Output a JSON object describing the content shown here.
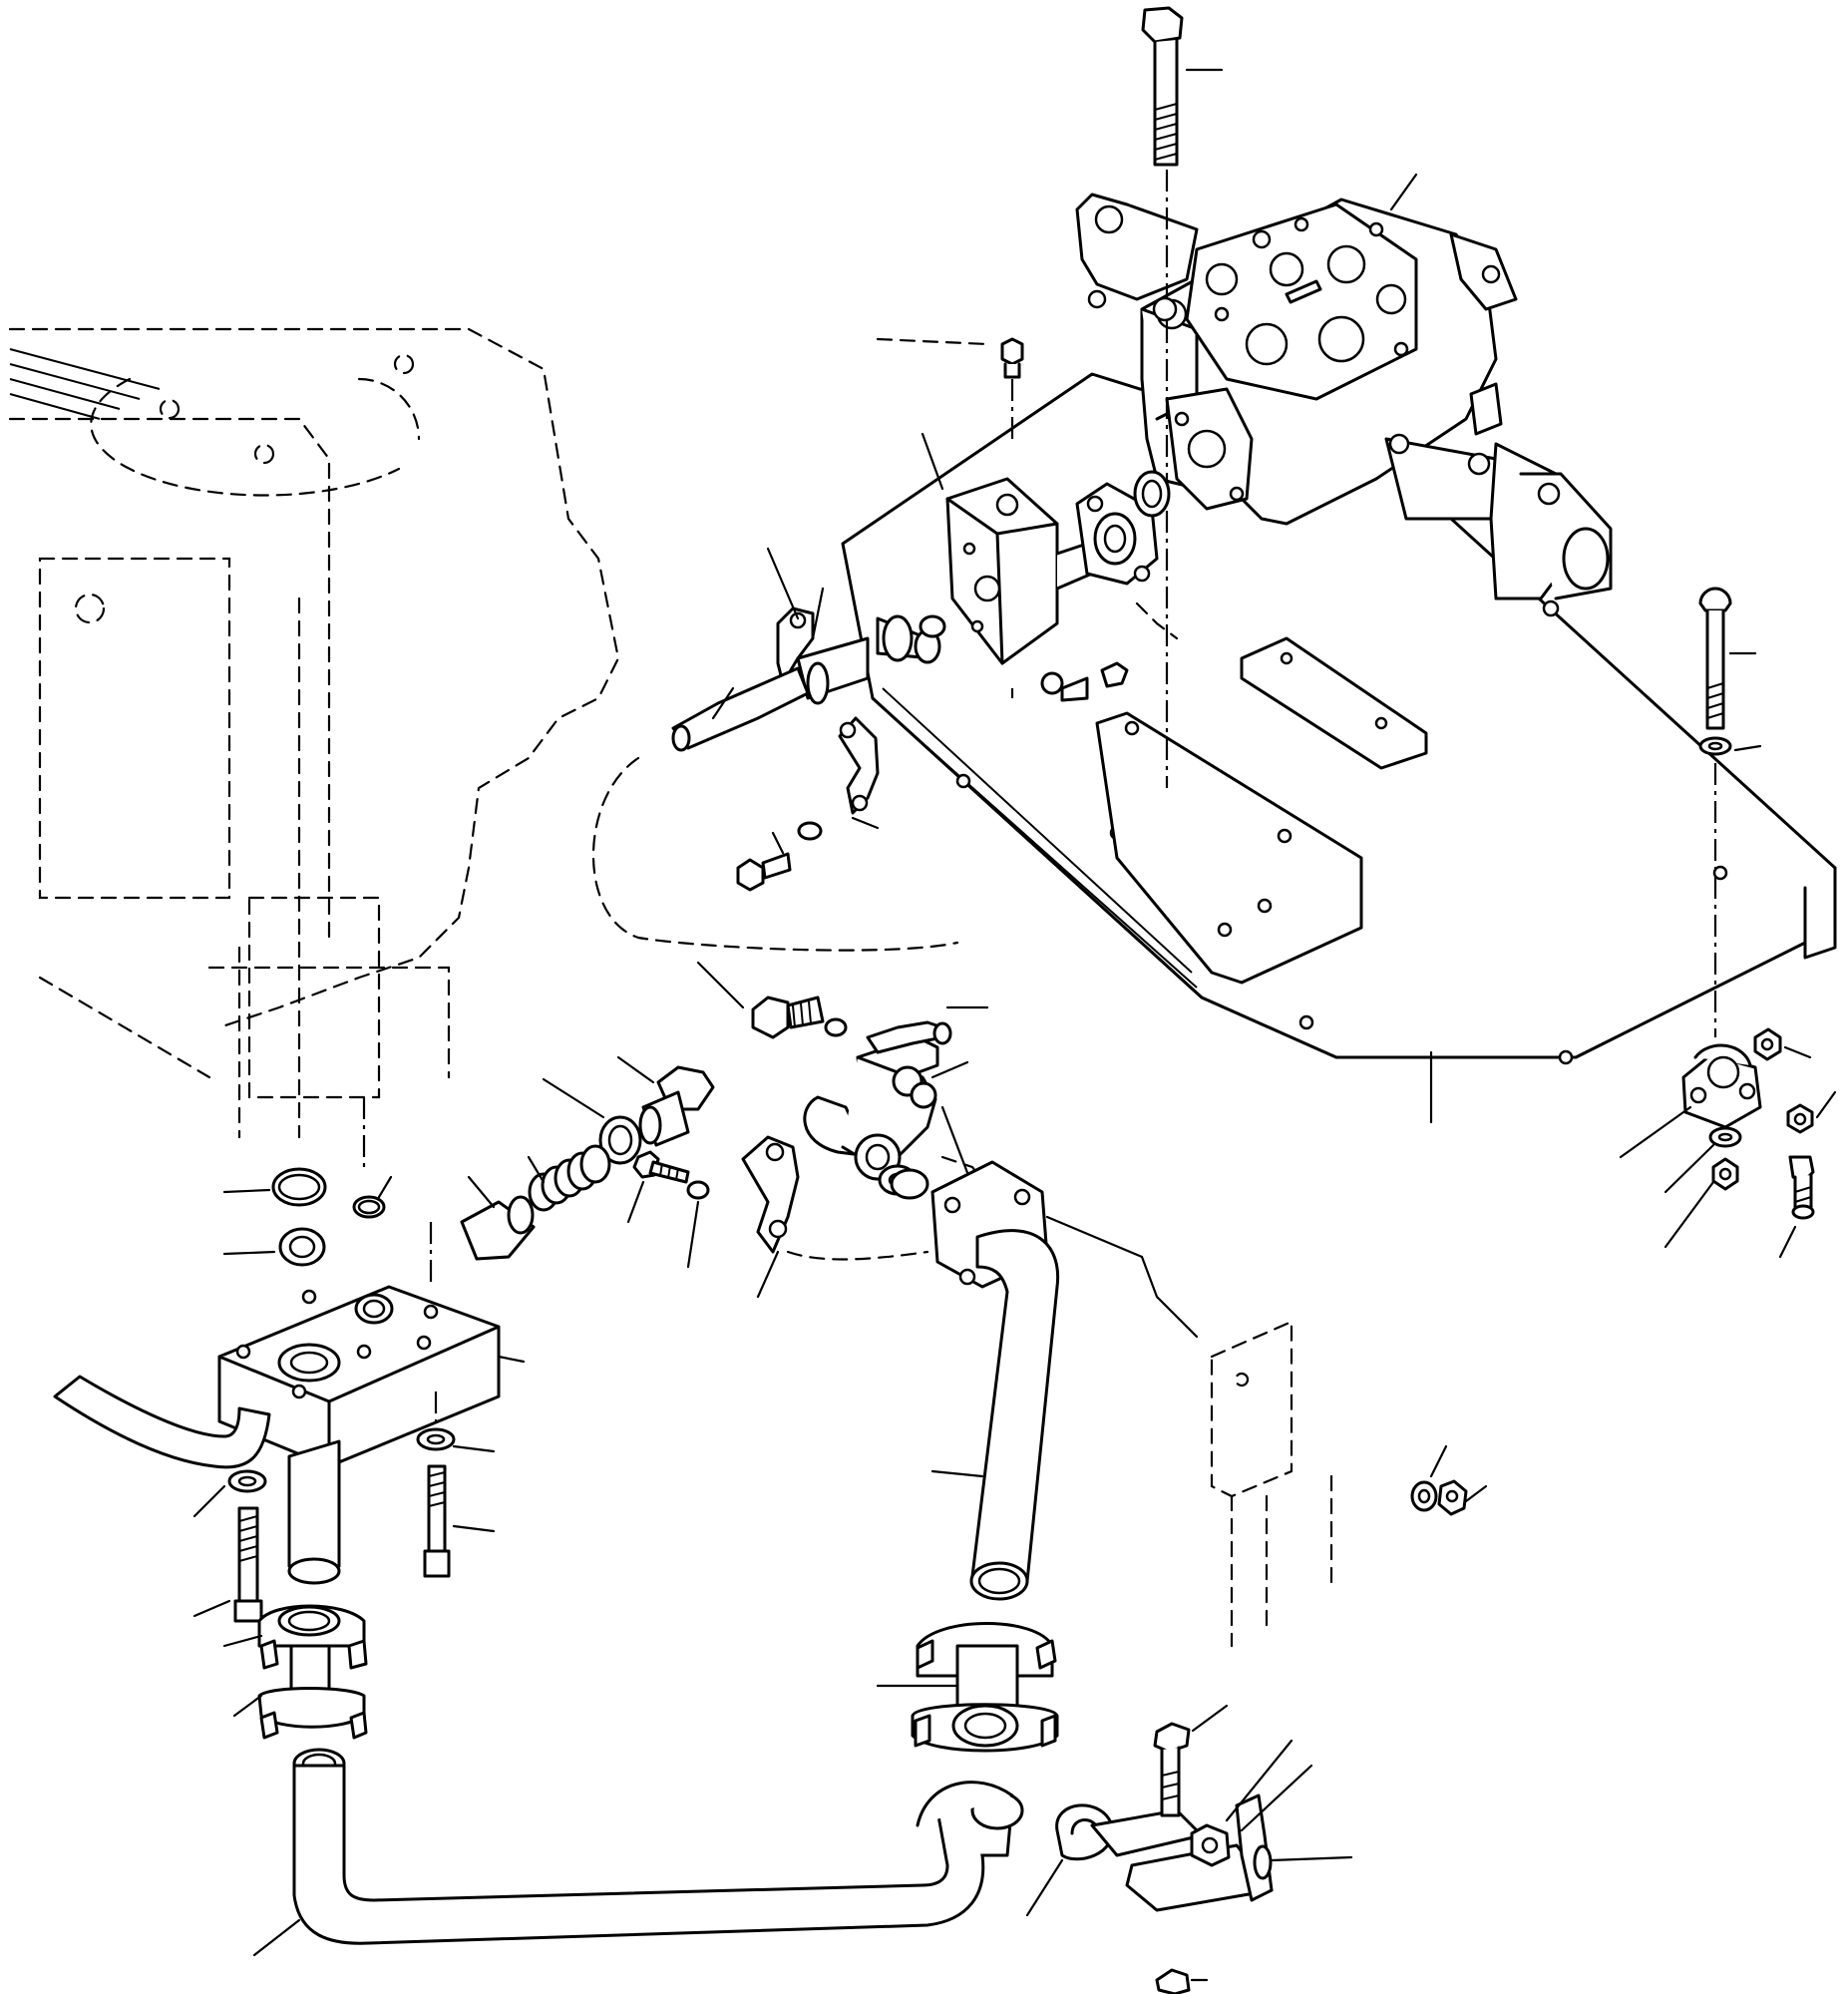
{
  "diagram": {
    "kind": "exploded-parts-view",
    "reference_numbers_shown": false,
    "line_color": "#000000",
    "paper_color": "#ffffff",
    "parts": [
      {
        "name": "control-valve-block"
      },
      {
        "name": "mounting-plate"
      },
      {
        "name": "valve-mounting-bolt"
      },
      {
        "name": "flange-adapter-block"
      },
      {
        "name": "relief-valve-block"
      },
      {
        "name": "return-pipe-vertical"
      },
      {
        "name": "return-pipe-lower"
      },
      {
        "name": "pipe-clamp-left"
      },
      {
        "name": "pipe-clamp-right"
      },
      {
        "name": "p-clip-bracket"
      },
      {
        "name": "spring"
      },
      {
        "name": "plunger"
      },
      {
        "name": "plug"
      },
      {
        "name": "split-flange-halves"
      },
      {
        "name": "elbow-fitting"
      },
      {
        "name": "rubber-mount"
      },
      {
        "name": "tank-outline-phantom"
      },
      {
        "name": "bracket-phantom"
      }
    ]
  }
}
